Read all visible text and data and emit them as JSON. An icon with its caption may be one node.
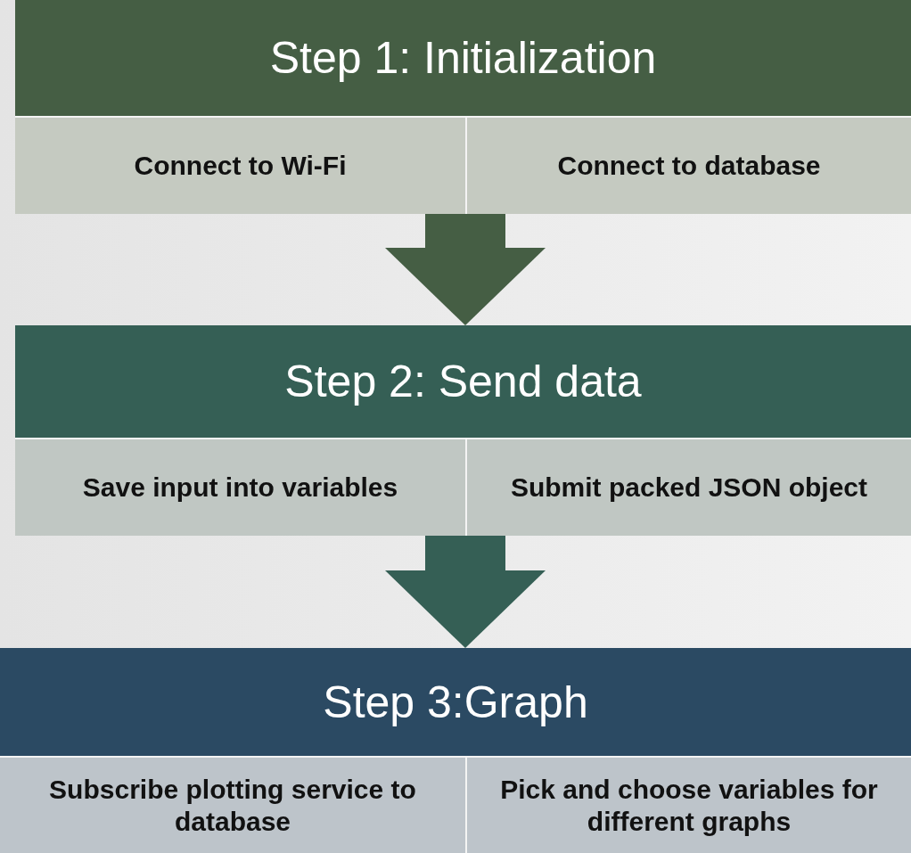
{
  "diagram": {
    "nodes": [
      {
        "text": [
          "Step 1: Initialization"
        ]
      },
      {
        "text": [
          "Connect to Wi-Fi"
        ],
        "in": 0
      },
      {
        "text": [
          "Connect to database"
        ],
        "in": 0
      },
      {
        "text": [
          "Step 2: Send data"
        ]
      },
      {
        "text": [
          "Save input into variables"
        ],
        "in": 3
      },
      {
        "text": [
          "Submit packed JSON object"
        ],
        "in": 3
      },
      {
        "text": [
          "Step 3:Graph"
        ]
      },
      {
        "text": [
          "Subscribe plotting service to database"
        ],
        "in": 6
      },
      {
        "text": [
          "Pick and choose variables for different graphs"
        ],
        "in": 6
      }
    ],
    "edges": [
      {
        "from": 0,
        "to": 3,
        "arrow": "to",
        "color": "#455e44"
      },
      {
        "from": 3,
        "to": 6,
        "arrow": "to",
        "color": "#355f55"
      }
    ]
  }
}
